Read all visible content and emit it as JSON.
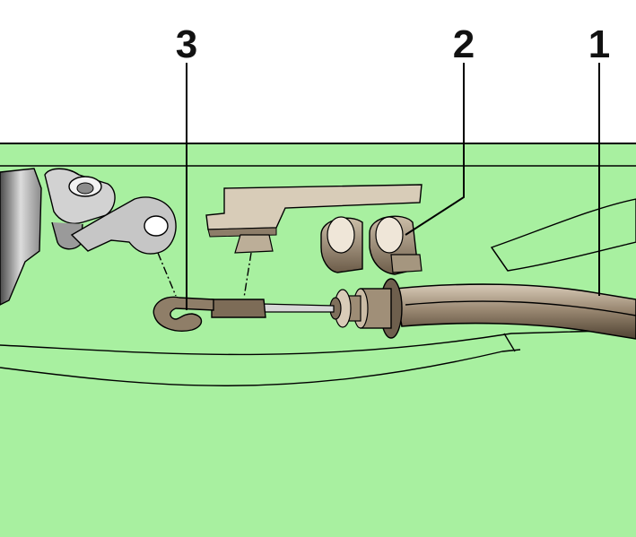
{
  "callouts": [
    {
      "id": "1",
      "text": "1"
    },
    {
      "id": "2",
      "text": "2"
    },
    {
      "id": "3",
      "text": "3"
    }
  ],
  "colors": {
    "background": "#ffffff",
    "panel": "#a8f0a0",
    "cable": "#8c7a66",
    "cable_dark": "#5a4b3c",
    "bracket": "#b7b7b7"
  }
}
